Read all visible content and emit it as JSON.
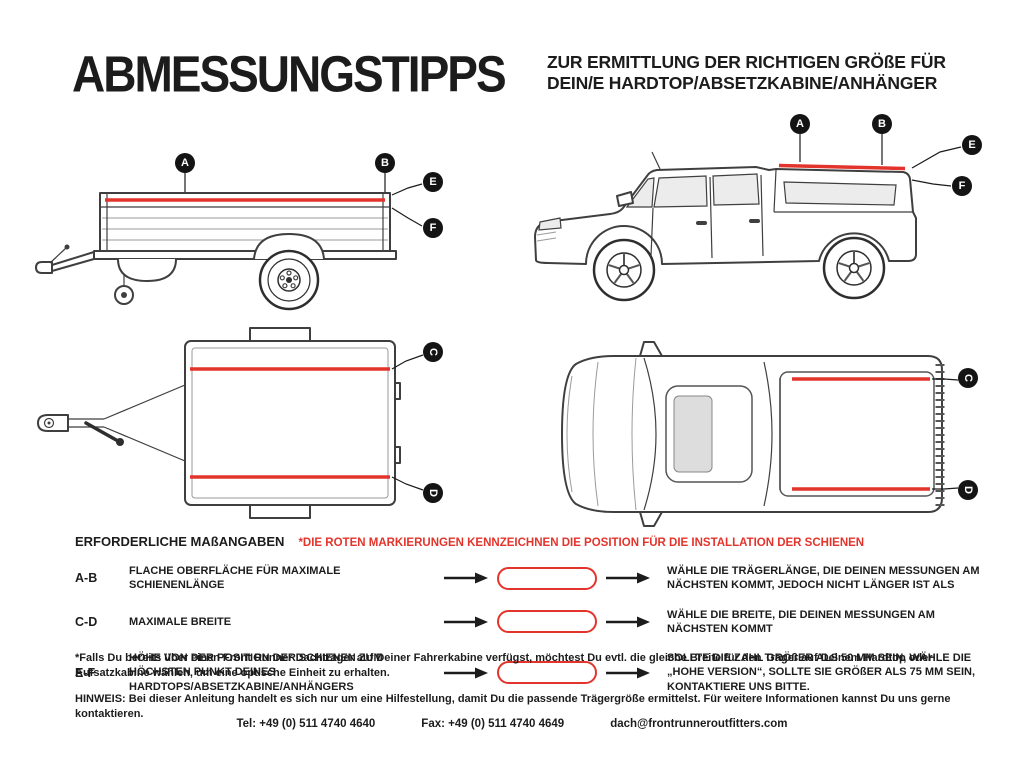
{
  "header": {
    "title": "ABMESSUNGSTIPPS",
    "subtitle_line1": "ZUR ERMITTLUNG DER RICHTIGEN GRÖßE FÜR",
    "subtitle_line2": "DEIN/E HARDTOP/ABSETZKABINE/ANHÄNGER"
  },
  "markers": {
    "a": "A",
    "b": "B",
    "c": "C",
    "d": "D",
    "e": "E",
    "f": "F"
  },
  "icons": {
    "arrow_right": "→"
  },
  "measurements": {
    "heading": "ERFORDERLICHE MAßANGABEN",
    "note": "*DIE ROTEN MARKIERUNGEN KENNZEICHNEN DIE POSITION FÜR DIE INSTALLATION DER SCHIENEN",
    "rows": [
      {
        "code": "A-B",
        "label": "FLACHE OBERFLÄCHE FÜR MAXIMALE SCHIENENLÄNGE",
        "result": "WÄHLE DIE TRÄGERLÄNGE, DIE DEINEN MESSUNGEN AM NÄCHSTEN KOMMT, JEDOCH NICHT LÄNGER IST ALS"
      },
      {
        "code": "C-D",
        "label": "MAXIMALE BREITE",
        "result": "WÄHLE DIE BREITE, DIE DEINEN MESSUNGEN AM NÄCHSTEN KOMMT"
      },
      {
        "code": "E-F",
        "label": "HÖHE VON DER POSITION DER SCHIENEN ZUM HÖCHSTEN PUNKT DEINES HARDTOPS/ABSETZKABINE/ANHÄNGERS",
        "result": "SOLLTE DIE ZAHL GRÖßER ALS 50 MM SEIN, WÄHLE DIE „HOHE VERSION“, SOLLTE SIE GRÖßER ALS 75 MM SEIN, KONTAKTIERE UNS BITTE."
      }
    ]
  },
  "footnotes": {
    "asterisk": "*Falls Du bereits über einen Front Runner Dachträger auf Deiner Fahrerkabine verfügst, möchtest Du evtl. die gleiche Breite für den Träger auf Deinem Hardtop oder Aufsatzkabine wählen, um eine optische Einheit zu erhalten.",
    "hinweis": "HINWEIS: Bei dieser Anleitung handelt es sich nur um eine Hilfestellung, damit Du die passende Trägergröße ermittelst. Für weitere Informationen kannst Du uns gerne kontaktieren."
  },
  "footer": {
    "tel": "Tel: +49 (0) 511 4740 4640",
    "fax": "Fax: +49 (0) 511 4740 4649",
    "email": "dach@frontrunneroutfitters.com"
  },
  "colors": {
    "accent_red": "#e3342c",
    "ink": "#1c1c1c"
  }
}
